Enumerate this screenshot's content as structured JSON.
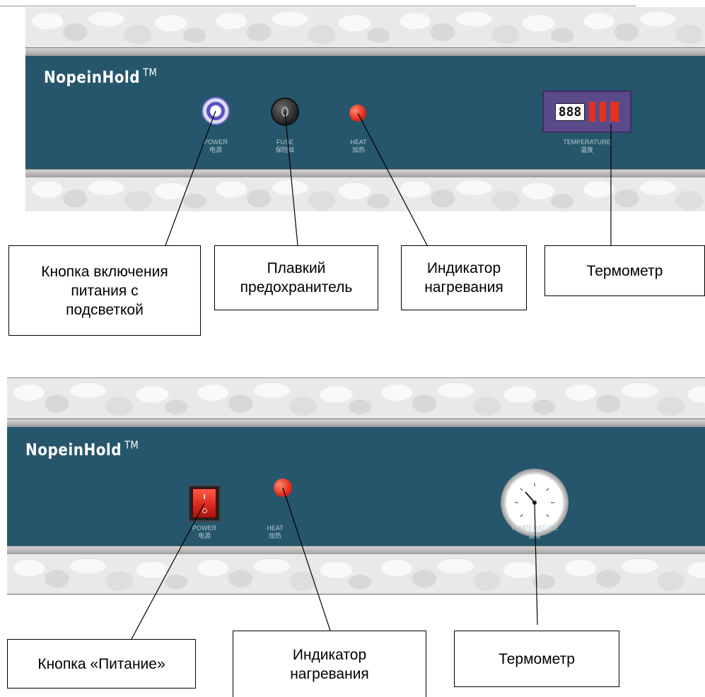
{
  "top": {
    "brand": "NopeinHold",
    "trademark": "TM",
    "controls": {
      "power_en": "POWER",
      "power_cn": "电源",
      "fuse_en": "FUSE",
      "fuse_cn": "保险丝",
      "heat_en": "HEAT",
      "heat_cn": "加热",
      "temp_en": "TEMPERATURE",
      "temp_cn": "温度",
      "display_digits": "888"
    },
    "callouts": {
      "power": "Кнопка включения\nпитания с\nподсветкой",
      "fuse": "Плавкий\nпредохранитель",
      "heat": "Индикатор\nнагревания",
      "thermo": "Термометр"
    }
  },
  "bottom": {
    "brand": "NopeinHold",
    "trademark": "TM",
    "controls": {
      "power_en": "POWER",
      "power_cn": "电源",
      "heat_en": "HEAT",
      "heat_cn": "加热",
      "temp_en": "TEMPERATURE",
      "temp_cn": "温度"
    },
    "callouts": {
      "power": "Кнопка «Питание»",
      "heat": "Индикатор\nнагревания",
      "thermo": "Термометр"
    }
  },
  "colors": {
    "panel": "#25566c",
    "indicator_red": "#e6301f",
    "switch_red": "#d9261c",
    "ring_violet": "#6e67c9"
  }
}
